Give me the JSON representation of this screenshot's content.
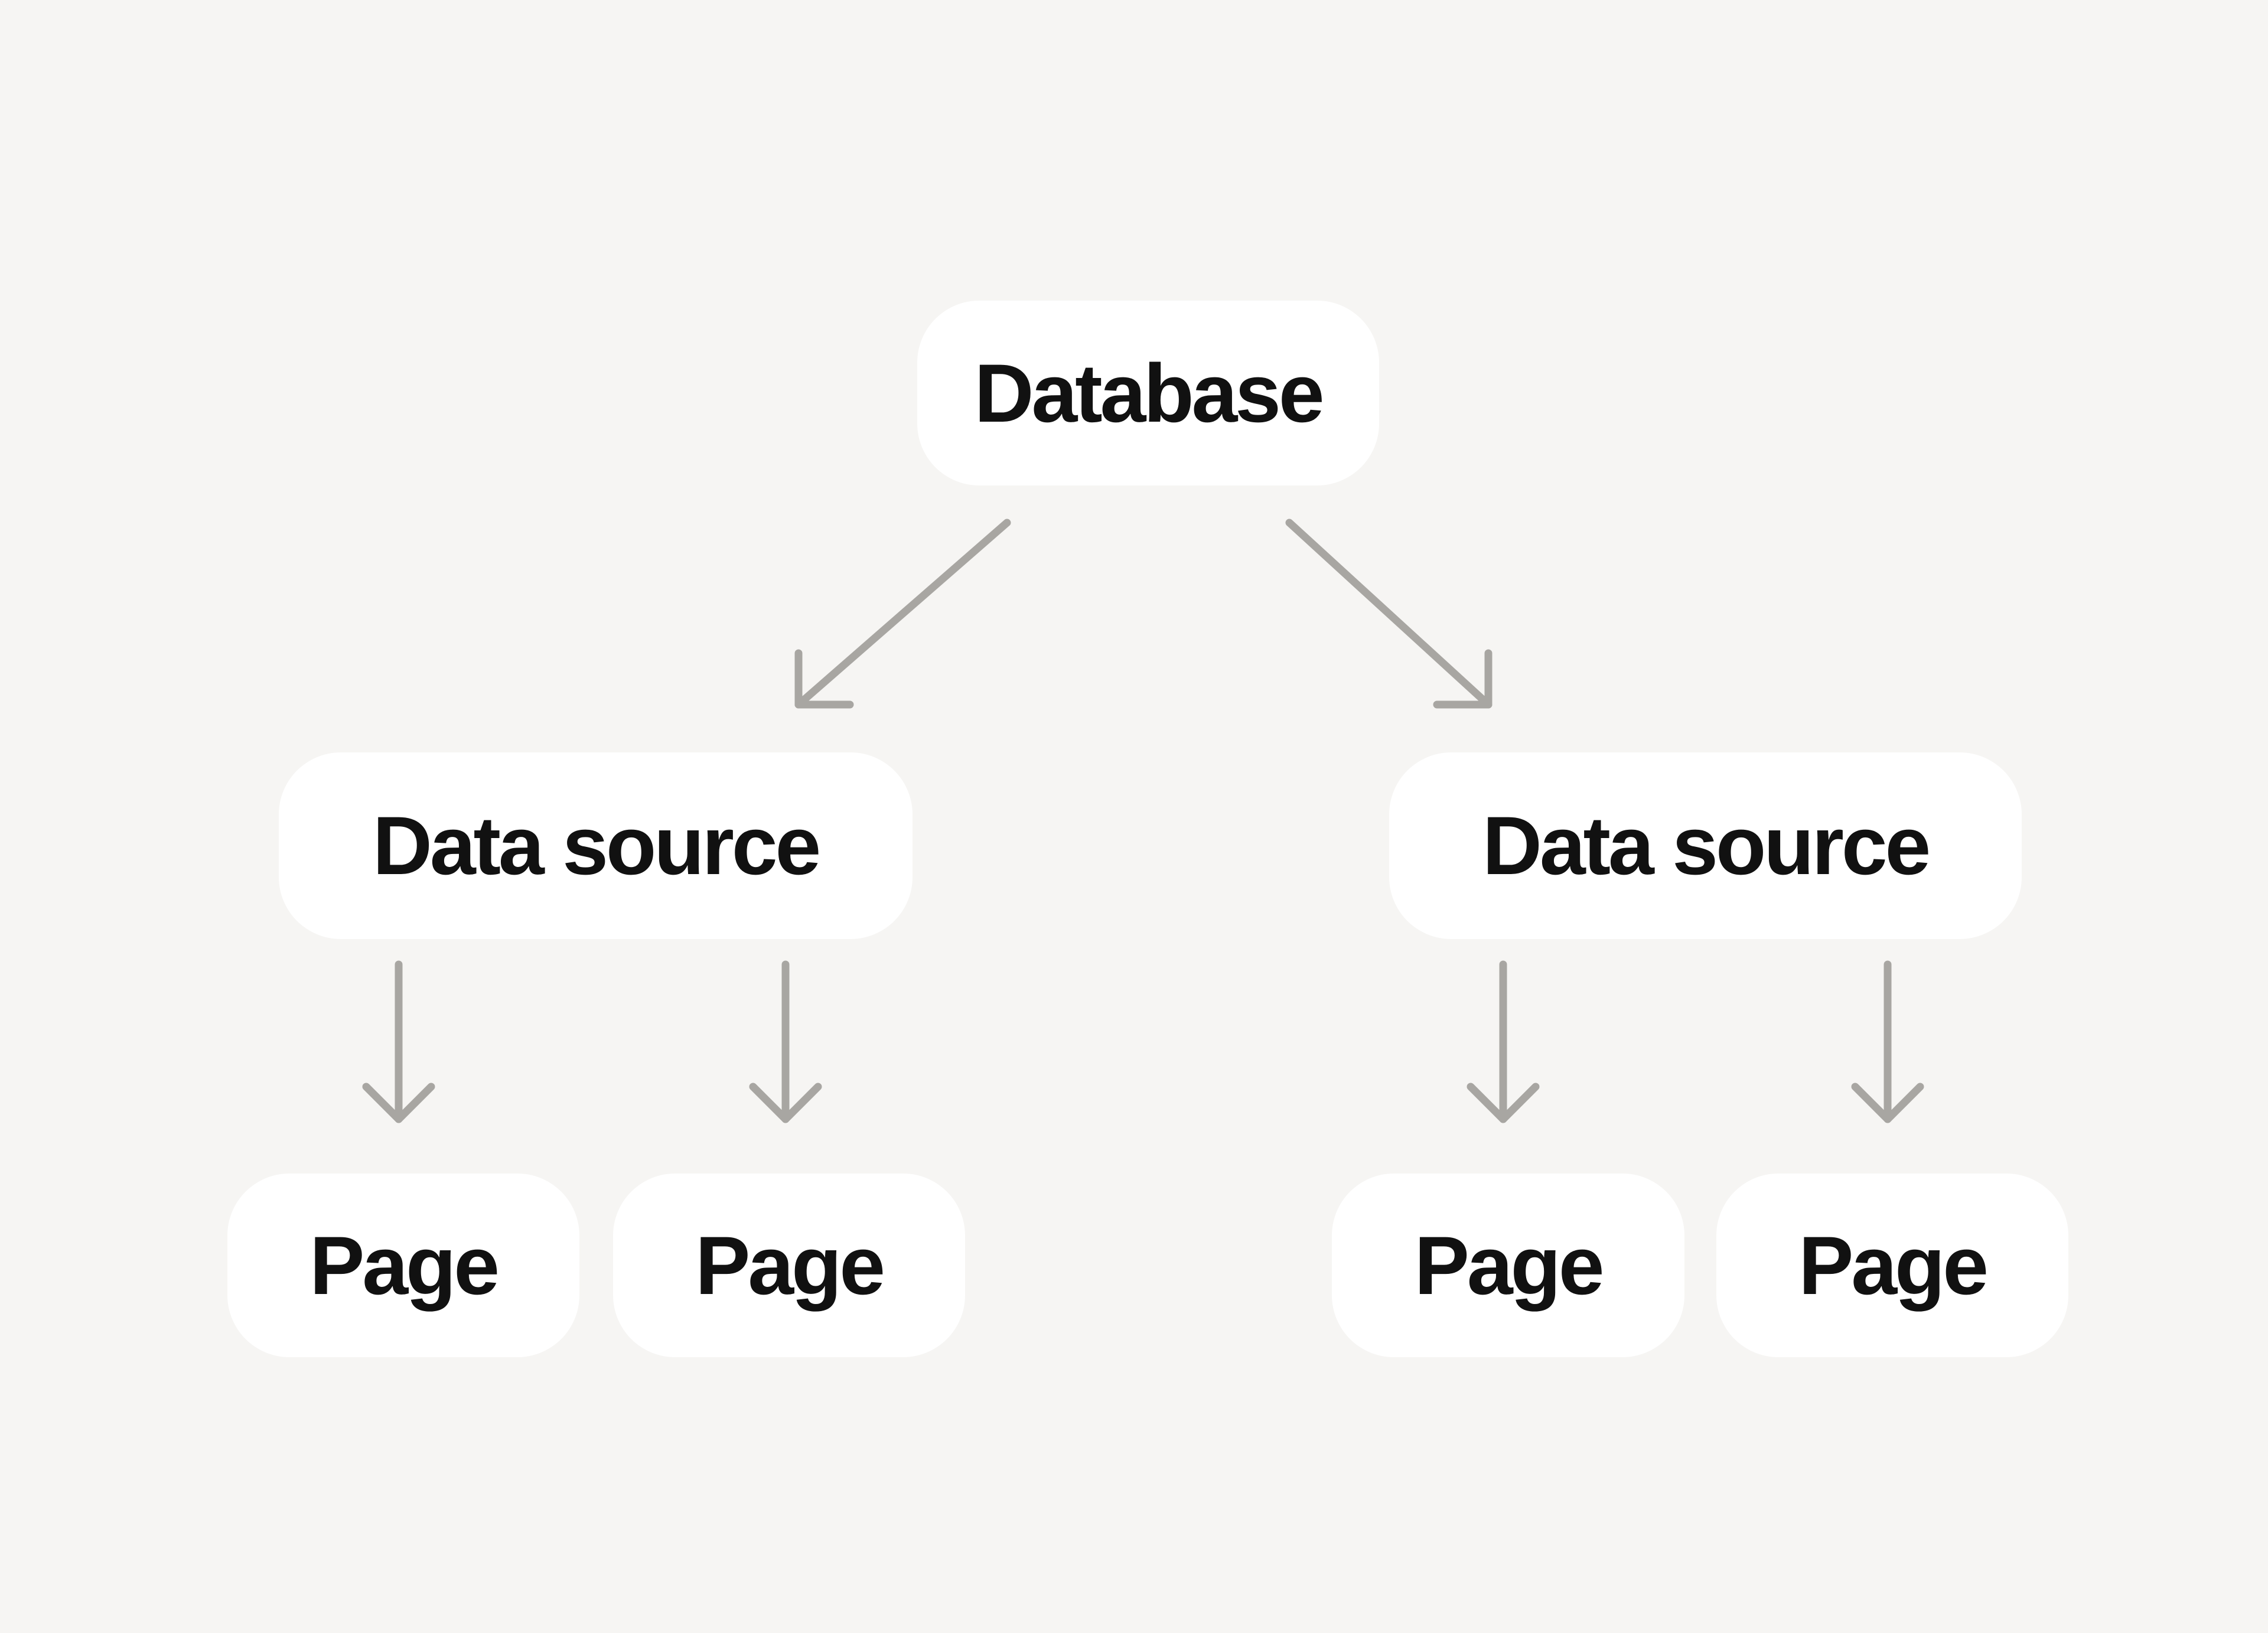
{
  "colors": {
    "background": "#f6f5f3",
    "node_fill": "#ffffff",
    "arrow": "#a8a6a2",
    "text": "#111111"
  },
  "nodes": {
    "database": {
      "label": "Database"
    },
    "data_source_left": {
      "label": "Data source"
    },
    "data_source_right": {
      "label": "Data source"
    },
    "page_a": {
      "label": "Page"
    },
    "page_b": {
      "label": "Page"
    },
    "page_c": {
      "label": "Page"
    },
    "page_d": {
      "label": "Page"
    }
  },
  "edges": [
    {
      "from": "database",
      "to": "data_source_left"
    },
    {
      "from": "database",
      "to": "data_source_right"
    },
    {
      "from": "data_source_left",
      "to": "page_a"
    },
    {
      "from": "data_source_left",
      "to": "page_b"
    },
    {
      "from": "data_source_right",
      "to": "page_c"
    },
    {
      "from": "data_source_right",
      "to": "page_d"
    }
  ]
}
